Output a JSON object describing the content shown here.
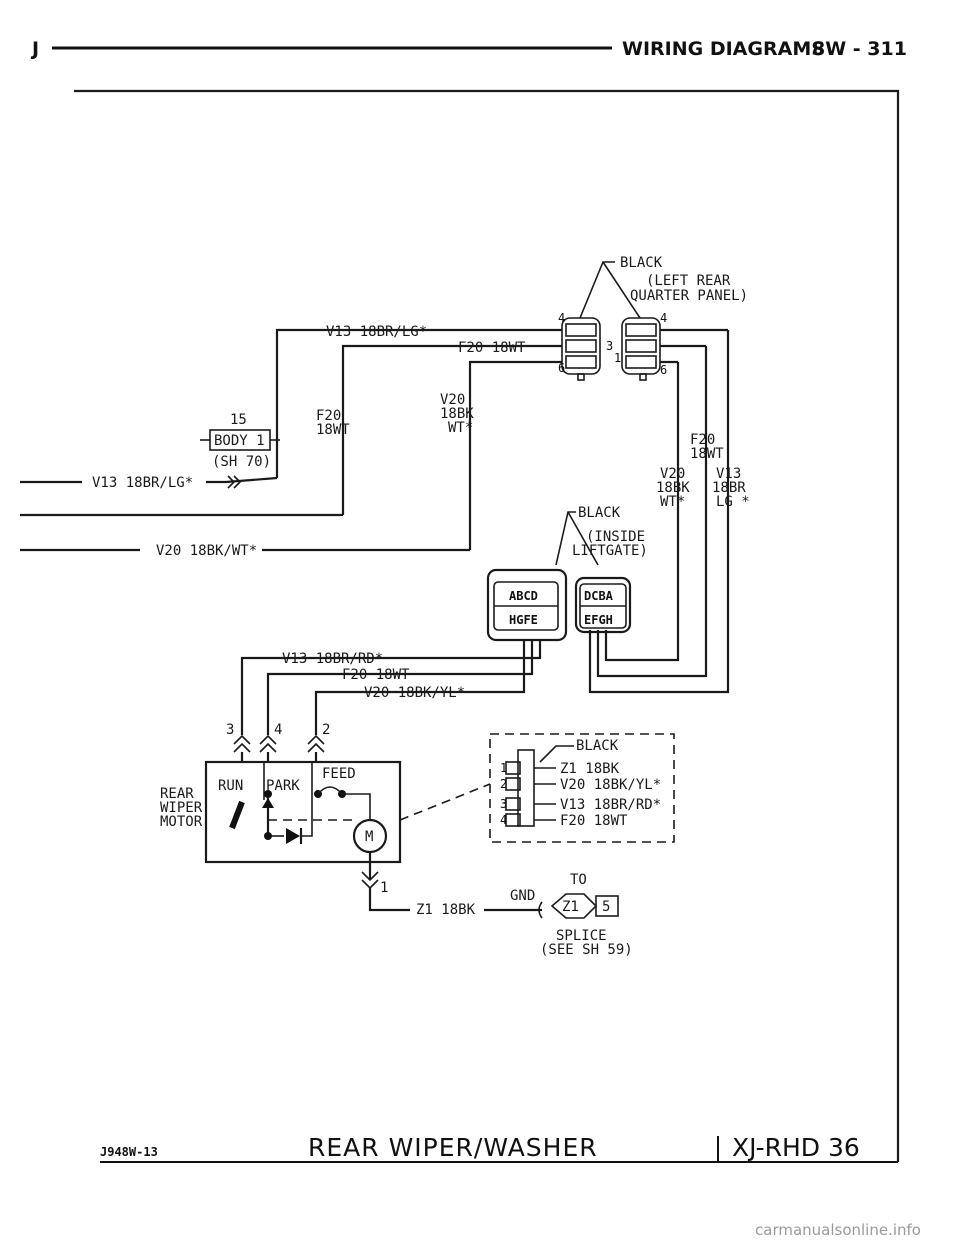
{
  "header": {
    "letter": "J",
    "title": "WIRING DIAGRAMS",
    "page": "8W - 311"
  },
  "connectors": {
    "quarter_panel": {
      "color": "BLACK",
      "location_line1": "(LEFT REAR",
      "location_line2": "QUARTER PANEL)",
      "pins_left": [
        "4",
        "3",
        "6"
      ],
      "pins_right": [
        "4",
        "1",
        "6"
      ]
    },
    "liftgate": {
      "color": "BLACK",
      "location_line1": "(INSIDE",
      "location_line2": "LIFTGATE)",
      "left_top": "ABCD",
      "left_bottom": "HGFE",
      "right_top": "DCBA",
      "right_bottom": "EFGH"
    },
    "motor": {
      "color": "BLACK",
      "pins": [
        {
          "num": "1",
          "wire": "Z1 18BK"
        },
        {
          "num": "2",
          "wire": "V20 18BK/YL*"
        },
        {
          "num": "3",
          "wire": "V13 18BR/RD*"
        },
        {
          "num": "4",
          "wire": "F20 18WT"
        }
      ]
    }
  },
  "body_connector": {
    "num": "15",
    "label": "BODY 1",
    "sheet": "(SH 70)"
  },
  "wires": {
    "v13_top": "V13 18BR/LG*",
    "f20_top": "F20 18WT",
    "v20_l1": "V20",
    "v20_l2": "18BK",
    "v20_l3": "WT*",
    "f20_l1": "F20",
    "f20_l2": "18WT",
    "v13_left": "V13 18BR/LG*",
    "v20_left": "V20 18BK/WT*",
    "r_f20_l1": "F20",
    "r_f20_l2": "18WT",
    "r_v20_l1": "V20",
    "r_v20_l2": "18BK",
    "r_v20_l3": "WT*",
    "r_v13_l1": "V13",
    "r_v13_l2": "18BR",
    "r_v13_l3": "LG *",
    "v13_rd": "V13 18BR/RD*",
    "f20_mid": "F20 18WT",
    "v20_yl": "V20 18BK/YL*",
    "z1": "Z1 18BK"
  },
  "motor": {
    "label_l1": "REAR",
    "label_l2": "WIPER",
    "label_l3": "MOTOR",
    "run": "RUN",
    "park": "PARK",
    "feed": "FEED",
    "m": "M",
    "pin3": "3",
    "pin4": "4",
    "pin2": "2",
    "pin1": "1"
  },
  "ground": {
    "gnd": "GND",
    "to": "TO",
    "splice_id": "Z1",
    "splice_num": "5",
    "splice_l1": "SPLICE",
    "splice_l2": "(SEE SH 59)"
  },
  "footer": {
    "code": "J948W-13",
    "title": "REAR WIPER/WASHER",
    "ref": "XJ-RHD 36"
  },
  "watermark": "carmanualsonline.info"
}
